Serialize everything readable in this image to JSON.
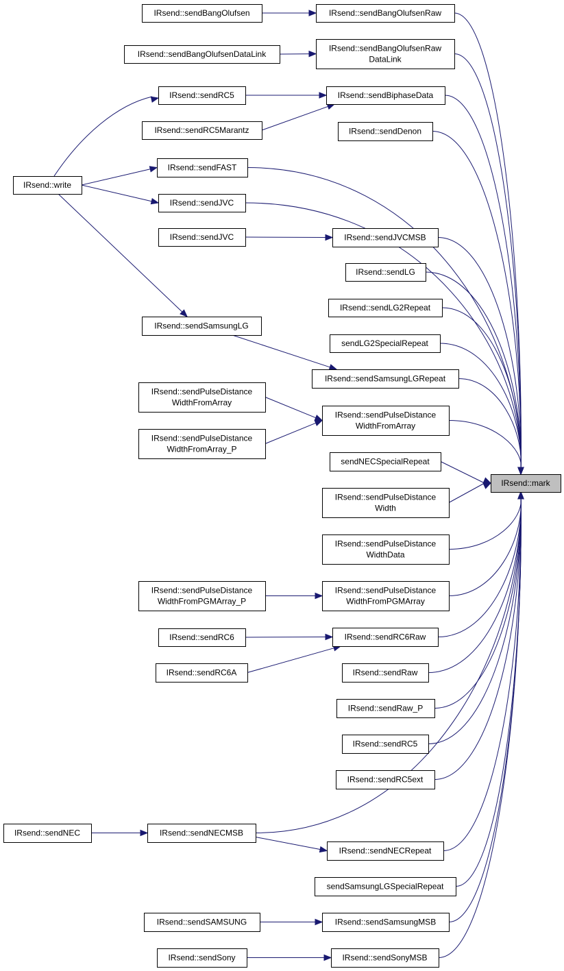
{
  "nodes": {
    "mark": [
      "IRsend::mark"
    ],
    "sendBangOlufsenRaw": [
      "IRsend::sendBangOlufsenRaw"
    ],
    "sendBangOlufsen": [
      "IRsend::sendBangOlufsen"
    ],
    "sendBangOlufsenRawDataLink": [
      "IRsend::sendBangOlufsenRaw",
      "DataLink"
    ],
    "sendBangOlufsenDataLink": [
      "IRsend::sendBangOlufsenDataLink"
    ],
    "sendBiphaseData": [
      "IRsend::sendBiphaseData"
    ],
    "sendRC5_a": [
      "IRsend::sendRC5"
    ],
    "sendRC5Marantz": [
      "IRsend::sendRC5Marantz"
    ],
    "sendDenon": [
      "IRsend::sendDenon"
    ],
    "write": [
      "IRsend::write"
    ],
    "sendFAST": [
      "IRsend::sendFAST"
    ],
    "sendJVC_a": [
      "IRsend::sendJVC"
    ],
    "sendJVC_b": [
      "IRsend::sendJVC"
    ],
    "sendJVCMSB": [
      "IRsend::sendJVCMSB"
    ],
    "sendLG": [
      "IRsend::sendLG"
    ],
    "sendLG2Repeat": [
      "IRsend::sendLG2Repeat"
    ],
    "sendLG2SpecialRepeat": [
      "sendLG2SpecialRepeat"
    ],
    "sendSamsungLG": [
      "IRsend::sendSamsungLG"
    ],
    "sendSamsungLGRepeat": [
      "IRsend::sendSamsungLGRepeat"
    ],
    "sendPDWFA_left": [
      "IRsend::sendPulseDistance",
      "WidthFromArray"
    ],
    "sendPDWFA_P": [
      "IRsend::sendPulseDistance",
      "WidthFromArray_P"
    ],
    "sendPDWFA": [
      "IRsend::sendPulseDistance",
      "WidthFromArray"
    ],
    "sendNECSpecialRepeat": [
      "sendNECSpecialRepeat"
    ],
    "sendPDW": [
      "IRsend::sendPulseDistance",
      "Width"
    ],
    "sendPDWD": [
      "IRsend::sendPulseDistance",
      "WidthData"
    ],
    "sendPDWFPGM_P": [
      "IRsend::sendPulseDistance",
      "WidthFromPGMArray_P"
    ],
    "sendPDWFPGM": [
      "IRsend::sendPulseDistance",
      "WidthFromPGMArray"
    ],
    "sendRC6": [
      "IRsend::sendRC6"
    ],
    "sendRC6A": [
      "IRsend::sendRC6A"
    ],
    "sendRC6Raw": [
      "IRsend::sendRC6Raw"
    ],
    "sendRaw": [
      "IRsend::sendRaw"
    ],
    "sendRaw_P": [
      "IRsend::sendRaw_P"
    ],
    "sendRC5_b": [
      "IRsend::sendRC5"
    ],
    "sendRC5ext": [
      "IRsend::sendRC5ext"
    ],
    "sendNEC": [
      "IRsend::sendNEC"
    ],
    "sendNECMSB": [
      "IRsend::sendNECMSB"
    ],
    "sendNECRepeat": [
      "IRsend::sendNECRepeat"
    ],
    "sendSamsungLGSpecialRepeat": [
      "sendSamsungLGSpecialRepeat"
    ],
    "sendSAMSUNG": [
      "IRsend::sendSAMSUNG"
    ],
    "sendSamsungMSB": [
      "IRsend::sendSamsungMSB"
    ],
    "sendSony": [
      "IRsend::sendSony"
    ],
    "sendSonyMSB": [
      "IRsend::sendSonyMSB"
    ]
  },
  "highlighted": "mark",
  "edges": [
    [
      "sendBangOlufsen",
      "sendBangOlufsenRaw"
    ],
    [
      "sendBangOlufsenDataLink",
      "sendBangOlufsenRawDataLink"
    ],
    [
      "sendRC5_a",
      "sendBiphaseData"
    ],
    [
      "sendRC5Marantz",
      "sendBiphaseData"
    ],
    [
      "write",
      "sendRC5_a"
    ],
    [
      "write",
      "sendFAST"
    ],
    [
      "write",
      "sendJVC_a"
    ],
    [
      "write",
      "sendSamsungLG"
    ],
    [
      "sendJVC_b",
      "sendJVCMSB"
    ],
    [
      "sendSamsungLG",
      "sendSamsungLGRepeat"
    ],
    [
      "sendPDWFA_left",
      "sendPDWFA"
    ],
    [
      "sendPDWFA_P",
      "sendPDWFA"
    ],
    [
      "sendPDWFPGM_P",
      "sendPDWFPGM"
    ],
    [
      "sendRC6",
      "sendRC6Raw"
    ],
    [
      "sendRC6A",
      "sendRC6Raw"
    ],
    [
      "sendNEC",
      "sendNECMSB"
    ],
    [
      "sendNECMSB",
      "sendNECRepeat"
    ],
    [
      "sendSAMSUNG",
      "sendSamsungMSB"
    ],
    [
      "sendSony",
      "sendSonyMSB"
    ],
    [
      "sendBangOlufsenRaw",
      "mark"
    ],
    [
      "sendBangOlufsenRawDataLink",
      "mark"
    ],
    [
      "sendBiphaseData",
      "mark"
    ],
    [
      "sendDenon",
      "mark"
    ],
    [
      "sendFAST",
      "mark"
    ],
    [
      "sendJVC_a",
      "mark"
    ],
    [
      "sendJVCMSB",
      "mark"
    ],
    [
      "sendLG",
      "mark"
    ],
    [
      "sendLG2Repeat",
      "mark"
    ],
    [
      "sendLG2SpecialRepeat",
      "mark"
    ],
    [
      "sendSamsungLGRepeat",
      "mark"
    ],
    [
      "sendPDWFA",
      "mark"
    ],
    [
      "sendNECSpecialRepeat",
      "mark"
    ],
    [
      "sendPDW",
      "mark"
    ],
    [
      "sendPDWD",
      "mark"
    ],
    [
      "sendPDWFPGM",
      "mark"
    ],
    [
      "sendRC6Raw",
      "mark"
    ],
    [
      "sendRaw",
      "mark"
    ],
    [
      "sendRaw_P",
      "mark"
    ],
    [
      "sendRC5_b",
      "mark"
    ],
    [
      "sendRC5ext",
      "mark"
    ],
    [
      "sendNECMSB",
      "mark"
    ],
    [
      "sendNECRepeat",
      "mark"
    ],
    [
      "sendSamsungLGSpecialRepeat",
      "mark"
    ],
    [
      "sendSamsungMSB",
      "mark"
    ],
    [
      "sendSonyMSB",
      "mark"
    ]
  ]
}
